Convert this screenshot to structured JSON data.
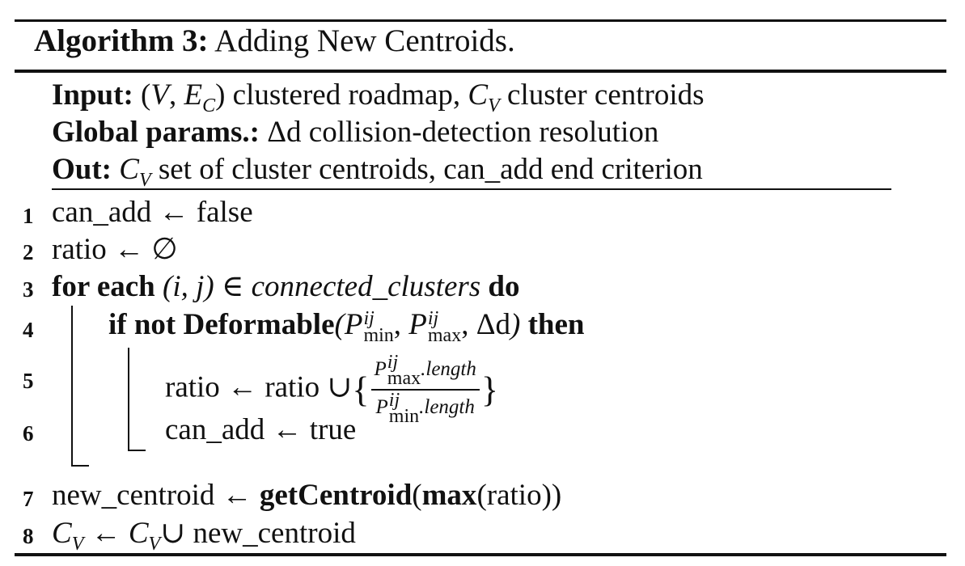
{
  "algorithm": {
    "label": "Algorithm 3:",
    "title": "Adding New Centroids."
  },
  "header": {
    "input_label": "Input:",
    "input_text": "(V, E_C) clustered roadmap, C_V cluster centroids",
    "params_label": "Global params.:",
    "params_text": "Δd collision-detection resolution",
    "out_label": "Out:",
    "out_text": "C_V set of cluster centroids, can_add end criterion"
  },
  "lines": [
    {
      "n": "1",
      "text": "can_add ← false"
    },
    {
      "n": "2",
      "text": "ratio ← ∅"
    },
    {
      "n": "3",
      "text": "for each (i, j) ∈ connected_clusters do"
    },
    {
      "n": "4",
      "text": "if not Deformable(P_min^ij, P_max^ij, Δd) then"
    },
    {
      "n": "5",
      "text": "ratio ← ratio ∪{ P_max^ij.length / P_min^ij.length }"
    },
    {
      "n": "6",
      "text": "can_add ← true"
    },
    {
      "n": "7",
      "text": "new_centroid ← getCentroid(max(ratio))"
    },
    {
      "n": "8",
      "text": "C_V ← C_V∪ new_centroid"
    }
  ],
  "tokens": {
    "can_add": "can_add",
    "arrow": "←",
    "false": "false",
    "true": "true",
    "ratio": "ratio",
    "emptyset": "∅",
    "for_each": "for each",
    "pair": "(i, j)",
    "in": "∈",
    "connected_clusters": "connected_clusters",
    "do": "do",
    "if_not": "if not",
    "deformable": "Deformable",
    "then": "then",
    "union": "∪",
    "P": "P",
    "ij": "ij",
    "min": "min",
    "max": "max",
    "length": ".length",
    "delta_d": "Δd",
    "new_centroid": "new_centroid",
    "getCentroid": "getCentroid",
    "max_fn": "max",
    "C": "C",
    "V": "V",
    "E": "E",
    "sub_C": "C",
    "clustered_roadmap": "clustered roadmap,",
    "cluster_centroids": "cluster centroids",
    "collision_res": "collision-detection resolution",
    "set_of": "set of cluster centroids, can_add end criterion"
  }
}
